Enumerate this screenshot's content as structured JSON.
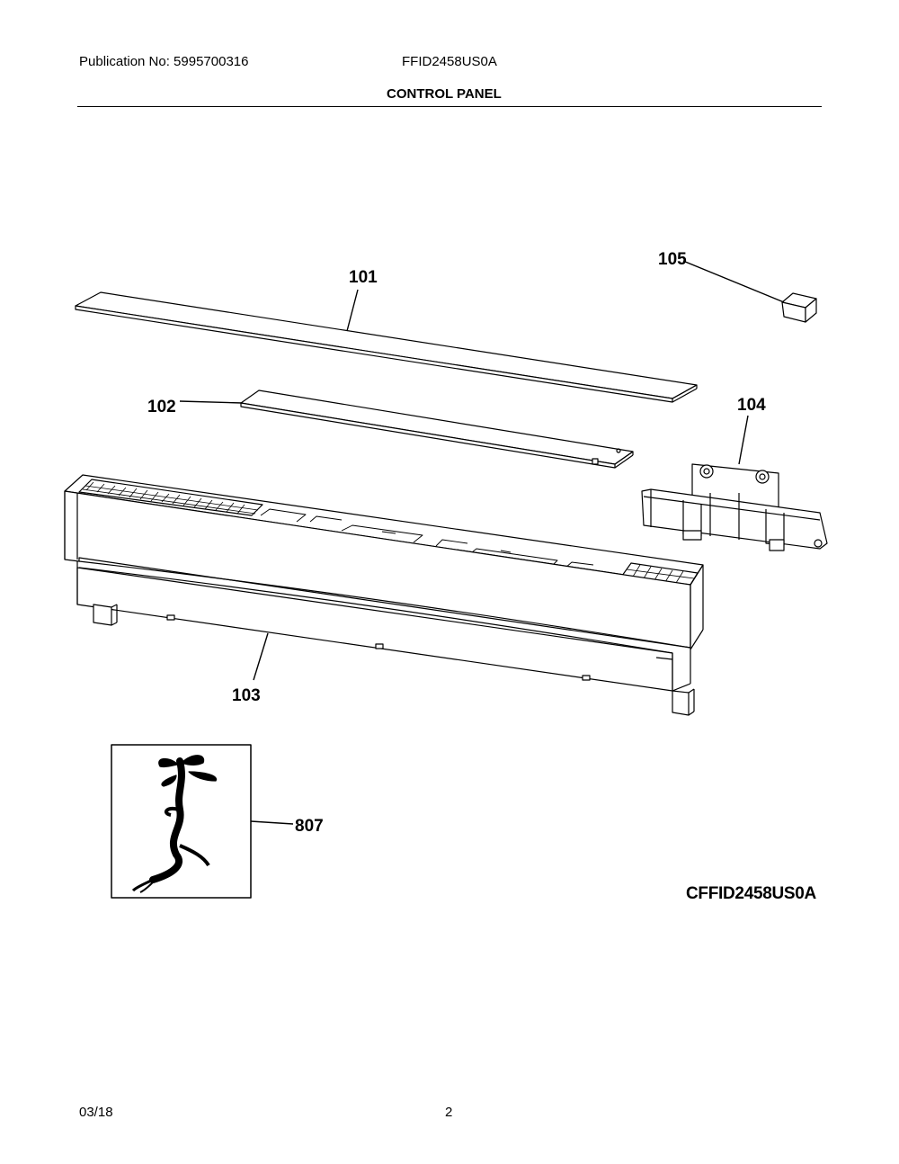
{
  "header": {
    "publication": "Publication No: 5995700316",
    "model": "FFID2458US0A",
    "section_title": "CONTROL PANEL"
  },
  "callouts": {
    "c101": "101",
    "c102": "102",
    "c103": "103",
    "c104": "104",
    "c105": "105",
    "c807": "807"
  },
  "figure_code": "CFFID2458US0A",
  "footer": {
    "date": "03/18",
    "page": "2"
  }
}
